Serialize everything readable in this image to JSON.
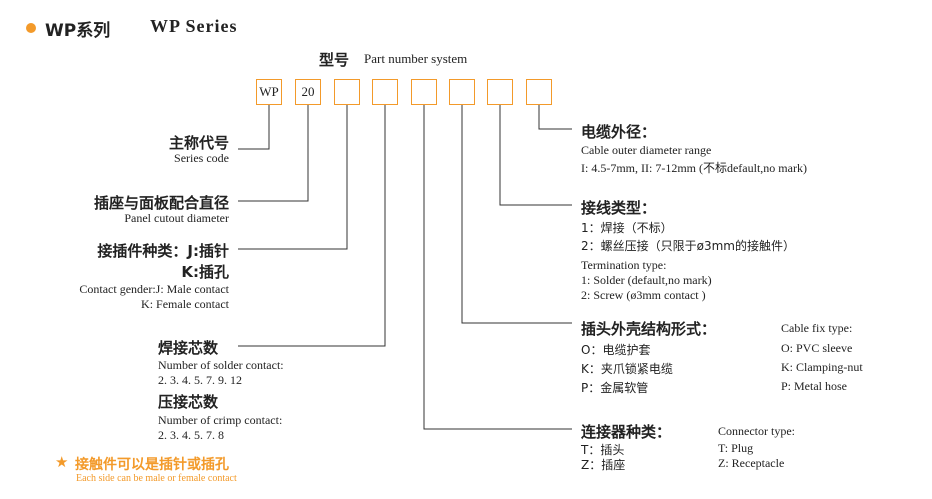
{
  "header": {
    "bullet_color": "#f39a2a",
    "title_cn": "WP系列",
    "title_en": "WP Series"
  },
  "pn_title": {
    "cn": "型号",
    "en": "Part number system"
  },
  "boxes": [
    "WP",
    "20",
    "",
    "",
    "",
    "",
    "",
    ""
  ],
  "left": {
    "series": {
      "cn": "主称代号",
      "en": "Series code"
    },
    "panel": {
      "cn": "插座与面板配合直径",
      "en": "Panel cutout diameter"
    },
    "gender": {
      "cn1": "接插件种类：J:插针",
      "cn2": "K:插孔",
      "en1": "Contact gender:J: Male contact",
      "en2": "K: Female contact"
    },
    "solder": {
      "cn": "焊接芯数",
      "en": "Number of solder contact:",
      "values": "2. 3. 4. 5. 7. 9. 12"
    },
    "crimp": {
      "cn": "压接芯数",
      "en": "Number of crimp contact:",
      "values": "2. 3. 4. 5. 7. 8"
    },
    "note": {
      "star": "★",
      "cn": "接触件可以是插针或插孔",
      "en": "Each side can be male or female contact",
      "color": "#f39a2a"
    }
  },
  "right": {
    "cable": {
      "cn": "电缆外径：",
      "en": "Cable outer diameter range",
      "desc": "I: 4.5-7mm, II: 7-12mm (不标default,no mark)"
    },
    "termination": {
      "cn": "接线类型：",
      "opt1": "1：焊接（不标）",
      "opt2": "2：螺丝压接（只限于ø3mm的接触件）",
      "en_title": "Termination type:",
      "en1": "1: Solder (default,no mark)",
      "en2": "2: Screw (ø3mm contact )"
    },
    "shell": {
      "cn": "插头外壳结构形式：",
      "options_cn": [
        "O：电缆护套",
        "K：夹爪锁紧电缆",
        "P：金属软管"
      ],
      "en_title": "Cable fix type:",
      "options_en": [
        "O: PVC sleeve",
        "K: Clamping-nut",
        "P: Metal hose"
      ]
    },
    "connector": {
      "cn": "连接器种类：",
      "options_cn": [
        "T：插头",
        "Z：插座"
      ],
      "en_title": "Connector type:",
      "options_en": [
        "T: Plug",
        "Z: Receptacle"
      ]
    }
  }
}
